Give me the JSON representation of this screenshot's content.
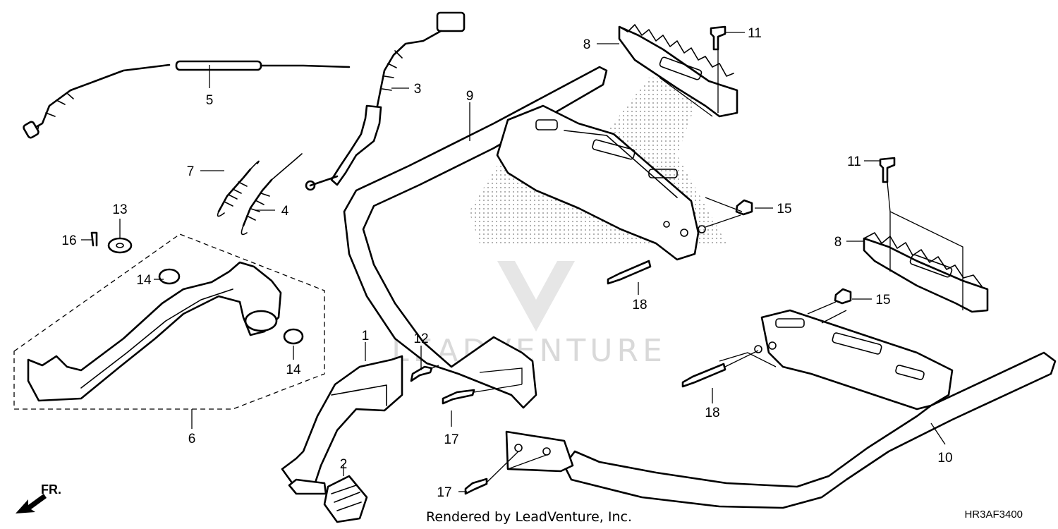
{
  "watermark": "LEADVENTURE",
  "footer": "Rendered by LeadVenture, Inc.",
  "diagram_code": "HR3AF3400",
  "direction_label": "FR.",
  "callouts": {
    "c1": "1",
    "c2": "2",
    "c3": "3",
    "c4": "4",
    "c5": "5",
    "c6": "6",
    "c7": "7",
    "c8a": "8",
    "c8b": "8",
    "c9": "9",
    "c10": "10",
    "c11a": "11",
    "c11b": "11",
    "c12": "12",
    "c13": "13",
    "c14a": "14",
    "c14b": "14",
    "c15a": "15",
    "c15b": "15",
    "c16": "16",
    "c17a": "17",
    "c17b": "17",
    "c18a": "18",
    "c18b": "18"
  }
}
